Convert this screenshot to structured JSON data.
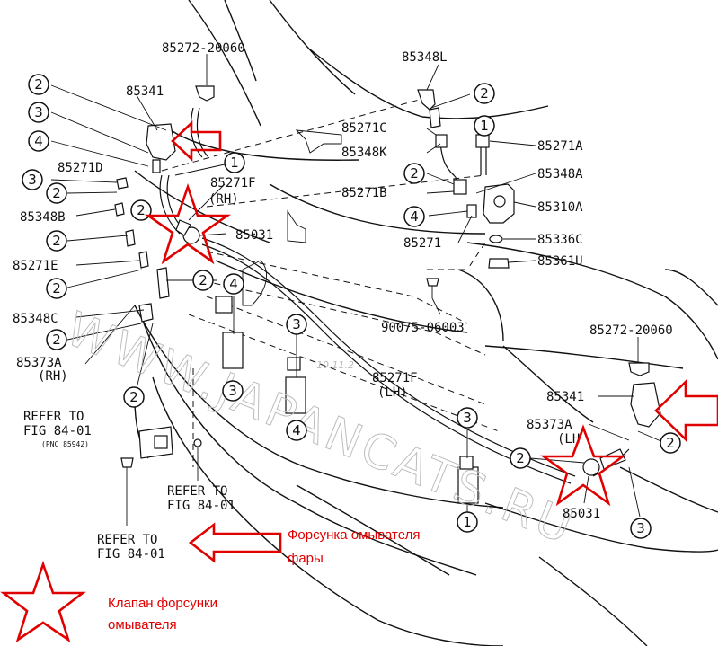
{
  "part_numbers": {
    "p85272_20060_top": "85272-20060",
    "p85341_left": "85341",
    "p85271D": "85271D",
    "p85348B": "85348B",
    "p85271E": "85271E",
    "p85348C": "85348C",
    "p85373A_rh": "85373A",
    "rh1": "(RH)",
    "p85271F_rh": "85271F",
    "rh2": "(RH)",
    "p85031_left": "85031",
    "p85348L": "85348L",
    "p85271C": "85271C",
    "p85348K": "85348K",
    "p85271B": "85271B",
    "p85271": "85271",
    "p85271A": "85271A",
    "p85348A": "85348A",
    "p85310A": "85310A",
    "p85336C": "85336C",
    "p85361U": "85361U",
    "p90075": "90075-06003",
    "p85272_20060_right": "85272-20060",
    "p85341_right": "85341",
    "p85373A_lh": "85373A",
    "lh1": "(LH",
    "p85271F_lh": "85271F",
    "lh2": "(LH)",
    "p85031_right": "85031"
  },
  "refers": {
    "r1_line1": "REFER TO",
    "r1_line2": "FIG 84-01",
    "r1_line3": "(PNC 85942)",
    "r2_line1": "REFER TO",
    "r2_line2": "FIG 84-01",
    "r3_line1": "REFER TO",
    "r3_line2": "FIG 84-01"
  },
  "callouts": [
    "2",
    "3",
    "4",
    "3",
    "2",
    "2",
    "2",
    "2",
    "2",
    "1",
    "2",
    "2",
    "2",
    "1",
    "2",
    "4",
    "4",
    "3",
    "3",
    "4",
    "3",
    "1",
    "2",
    "2"
  ],
  "watermark": "WWW.JAPANCATS.RU",
  "date_stamp": "10.11.2",
  "legend": {
    "arrow_label_line1": "Форсунка омывателя",
    "arrow_label_line2": "фары",
    "star_label_line1": "Клапан форсунки",
    "star_label_line2": "омывателя"
  },
  "colors": {
    "annotation": "#e00000",
    "line": "#111111",
    "watermark": "#bdbdbd"
  }
}
